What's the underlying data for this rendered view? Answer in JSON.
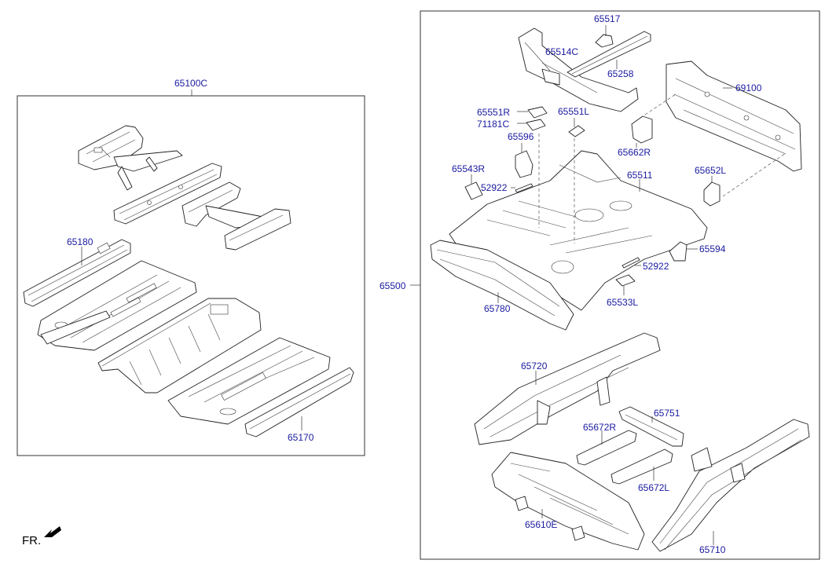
{
  "labels": {
    "p65100C": "65100C",
    "p65180": "65180",
    "p65170": "65170",
    "p65500": "65500",
    "p65517": "65517",
    "p65514C": "65514C",
    "p65258": "65258",
    "p69100": "69100",
    "p65551R": "65551R",
    "p65551L": "65551L",
    "p71181C": "71181C",
    "p65596": "65596",
    "p65662R": "65662R",
    "p65543R": "65543R",
    "p52922a": "52922",
    "p65511": "65511",
    "p65652L": "65652L",
    "p65594": "65594",
    "p52922b": "52922",
    "p65780": "65780",
    "p65533L": "65533L",
    "p65720": "65720",
    "p65751": "65751",
    "p65672R": "65672R",
    "p65672L": "65672L",
    "p65610E": "65610E",
    "p65710": "65710"
  },
  "orientation": {
    "label": "FR.",
    "icon": "arrow-forward-left-icon"
  },
  "colors": {
    "label": "#1a1aa0",
    "line": "#222222"
  }
}
